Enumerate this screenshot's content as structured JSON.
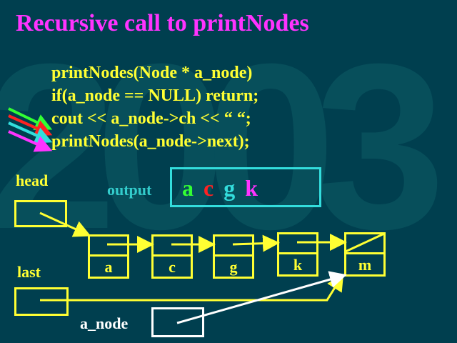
{
  "title": "Recursive call to printNodes",
  "watermark": "2003",
  "code_lines": [
    "printNodes(Node * a_node)",
    "if(a_node == NULL) return;",
    "cout << a_node->ch << “ “;",
    "printNodes(a_node->next);"
  ],
  "labels": {
    "head": "head",
    "last": "last",
    "output": "output",
    "a_node": "a_node"
  },
  "output_chars": [
    {
      "ch": "a",
      "color": "#33ff33"
    },
    {
      "ch": "c",
      "color": "#ff2222"
    },
    {
      "ch": "g",
      "color": "#33dddd"
    },
    {
      "ch": "k",
      "color": "#ff33ff"
    }
  ],
  "nodes": [
    "a",
    "c",
    "g",
    "k",
    "m"
  ],
  "colors": {
    "title": "#ff33ff",
    "code": "#ffff33",
    "output_label": "#33cccc",
    "arrows": [
      "#33ff33",
      "#ff2222",
      "#33dddd",
      "#ff33ff"
    ]
  }
}
